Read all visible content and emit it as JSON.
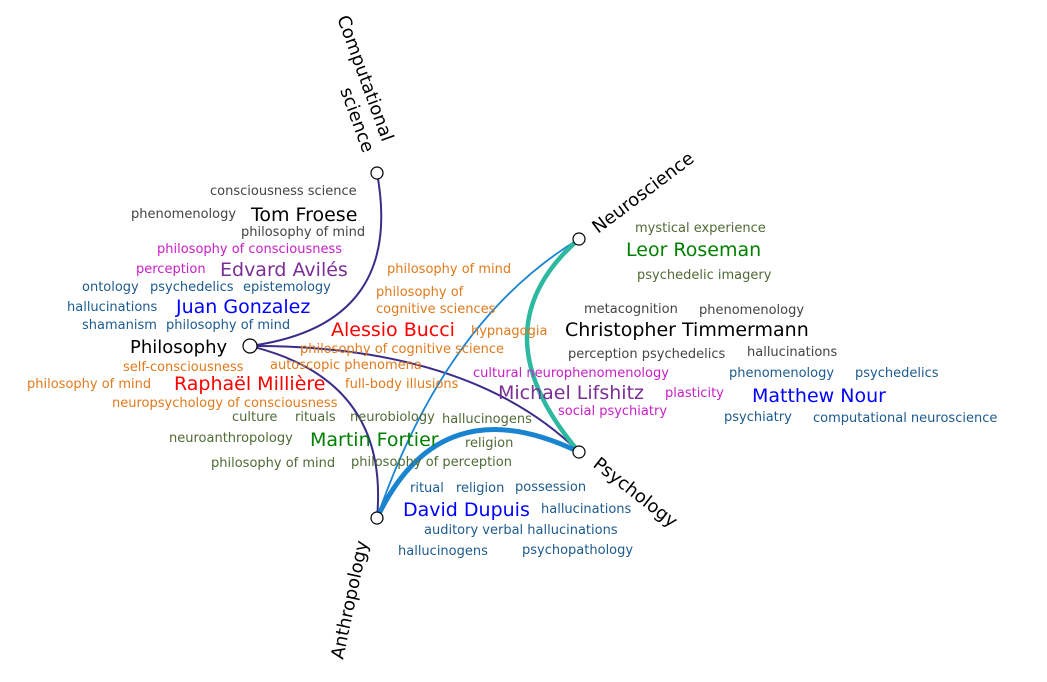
{
  "axes": {
    "computational_science": [
      "Computational",
      "science"
    ],
    "neuroscience": "Neuroscience",
    "philosophy": "Philosophy",
    "psychology": "Psychology",
    "anthropology": "Anthropology"
  },
  "colors": {
    "philosophy_edge": "#3a2d8a",
    "neuro_anthro_edge": "#1a84d0",
    "neuro_psych_edge": "#2db8a0",
    "anthro_psych_edge": "#1a84d0"
  },
  "froese": {
    "name": "Tom Froese",
    "terms": [
      "consciousness science",
      "phenomenology",
      "philosophy of mind"
    ]
  },
  "aviles": {
    "name": "Edvard Avilés",
    "terms": [
      "philosophy of consciousness",
      "perception"
    ]
  },
  "gonzalez": {
    "name": "Juan Gonzalez",
    "terms": [
      "ontology",
      "psychedelics",
      "epistemology",
      "hallucinations",
      "shamanism",
      "philosophy of mind"
    ]
  },
  "bucci": {
    "name": "Alessio Bucci",
    "terms": [
      "philosophy of mind",
      "philosophy of",
      "cognitive sciences",
      "hypnagogia",
      "philosophy of cognitive science"
    ]
  },
  "milliere": {
    "name": "Raphaël Millière",
    "terms": [
      "self-consciousness",
      "autoscopic phenomena",
      "philosophy of mind",
      "full-body illusions",
      "neuropsychology of consciousness"
    ]
  },
  "fortier": {
    "name": "Martin Fortier",
    "terms": [
      "culture",
      "rituals",
      "neurobiology",
      "hallucinogens",
      "neuroanthropology",
      "religion",
      "philosophy of mind",
      "philosophy of perception"
    ]
  },
  "roseman": {
    "name": "Leor Roseman",
    "terms": [
      "mystical experience",
      "psychedelic imagery"
    ]
  },
  "timmermann": {
    "name": "Christopher Timmermann",
    "terms": [
      "metacognition",
      "phenomenology",
      "perception psychedelics",
      "hallucinations"
    ]
  },
  "lifshitz": {
    "name": "Michael Lifshitz",
    "terms": [
      "cultural neurophenomenology",
      "plasticity",
      "social psychiatry"
    ]
  },
  "nour": {
    "name": "Matthew Nour",
    "terms": [
      "phenomenology",
      "psychedelics",
      "psychiatry",
      "computational neuroscience"
    ]
  },
  "dupuis": {
    "name": "David Dupuis",
    "terms": [
      "ritual",
      "religion",
      "possession",
      "hallucinations",
      "auditory verbal hallucinations",
      "hallucinogens",
      "psychopathology"
    ]
  }
}
